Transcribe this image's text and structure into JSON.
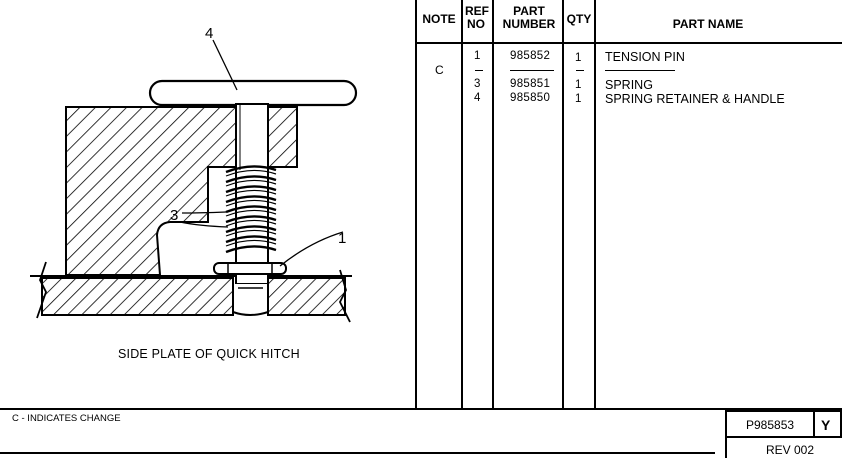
{
  "drawing": {
    "callouts": [
      "4",
      "3",
      "1"
    ],
    "caption": "SIDE PLATE OF QUICK HITCH"
  },
  "table": {
    "headers": {
      "note": "NOTE",
      "ref_no": "REF NO",
      "part_number": "PART NUMBER",
      "qty": "QTY",
      "part_name": "PART NAME"
    },
    "note_value": "C",
    "rows": [
      {
        "ref": "1",
        "part_number": "985852",
        "qty": "1",
        "name": "TENSION PIN"
      },
      {
        "ref": "3",
        "part_number": "985851",
        "qty": "1",
        "name": "SPRING"
      },
      {
        "ref": "4",
        "part_number": "985850",
        "qty": "1",
        "name": "SPRING RETAINER & HANDLE"
      }
    ]
  },
  "footer": {
    "change_note": "C - INDICATES CHANGE",
    "doc_number": "P985853",
    "doc_letter": "Y",
    "revision": "REV 002"
  }
}
